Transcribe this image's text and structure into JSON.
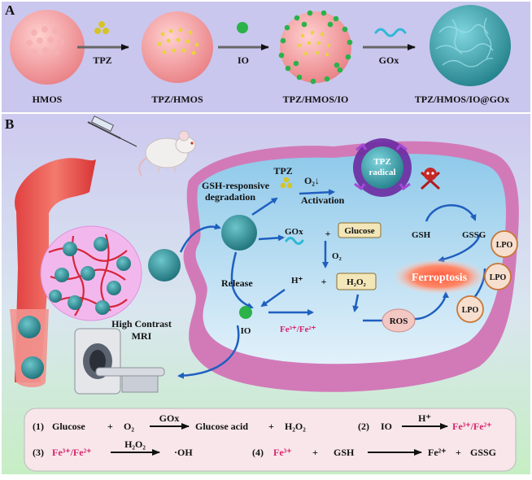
{
  "panel_a": {
    "letter": "A",
    "stages": [
      {
        "label": "HMOS"
      },
      {
        "label": "TPZ/HMOS"
      },
      {
        "label": "TPZ/HMOS/IO"
      },
      {
        "label": "TPZ/HMOS/IO@GOx"
      }
    ],
    "arrows": [
      {
        "label": "TPZ"
      },
      {
        "label": "IO"
      },
      {
        "label": "GOx"
      }
    ]
  },
  "panel_b": {
    "letter": "B",
    "labels": {
      "gsh_responsive_1": "GSH-responsive",
      "gsh_responsive_2": "degradation",
      "tpz": "TPZ",
      "o2_down": "O₂↓",
      "activation": "Activation",
      "tpz_radical_1": "TPZ",
      "tpz_radical_2": "radical",
      "gox": "GOx",
      "plus1": "+",
      "glucose": "Glucose",
      "o2": "O₂",
      "release": "Release",
      "h_plus": "H⁺",
      "plus2": "+",
      "h2o2": "H₂O₂",
      "io": "IO",
      "fe_ions": "Fe³⁺/Fe²⁺",
      "ros": "ROS",
      "gsh": "GSH",
      "gssg": "GSSG",
      "ferroptosis": "Ferroptosis",
      "lpo_1": "LPO",
      "lpo_2": "LPO",
      "lpo_3": "LPO",
      "mri_1": "High Contrast",
      "mri_2": "MRI"
    }
  },
  "equations": [
    {
      "num": "(1)",
      "left1": "Glucose",
      "plus": "+",
      "left2": "O₂",
      "arrow": "GOx",
      "right1": "Glucose acid",
      "plus2": "+",
      "right2": "H₂O₂"
    },
    {
      "num": "(2)",
      "left1": "IO",
      "arrow": "H⁺",
      "right1": "Fe³⁺/Fe²⁺"
    },
    {
      "num": "(3)",
      "left1": "Fe³⁺/Fe²⁺",
      "arrow": "H₂O₂",
      "right1": "·OH"
    },
    {
      "num": "(4)",
      "left1": "Fe³⁺",
      "plus": "+",
      "left2": "GSH",
      "right1": "Fe²⁺",
      "plus2": "+",
      "right2": "GSSG"
    }
  ],
  "colors": {
    "panel_a_bg": "#c9c7ee",
    "panel_b_bg_top": "#c9c7ee",
    "panel_b_bg_bottom": "#c8ecc8",
    "shell": "#f29a9e",
    "nanoparticle": "#2f8f96",
    "cell_membrane": "#d27ab8",
    "cytoplasm": "#bfe1f2",
    "arrow_blue": "#1f5fbf",
    "magenta_text": "#d6246b",
    "equation_box": "#f8e6ea"
  }
}
